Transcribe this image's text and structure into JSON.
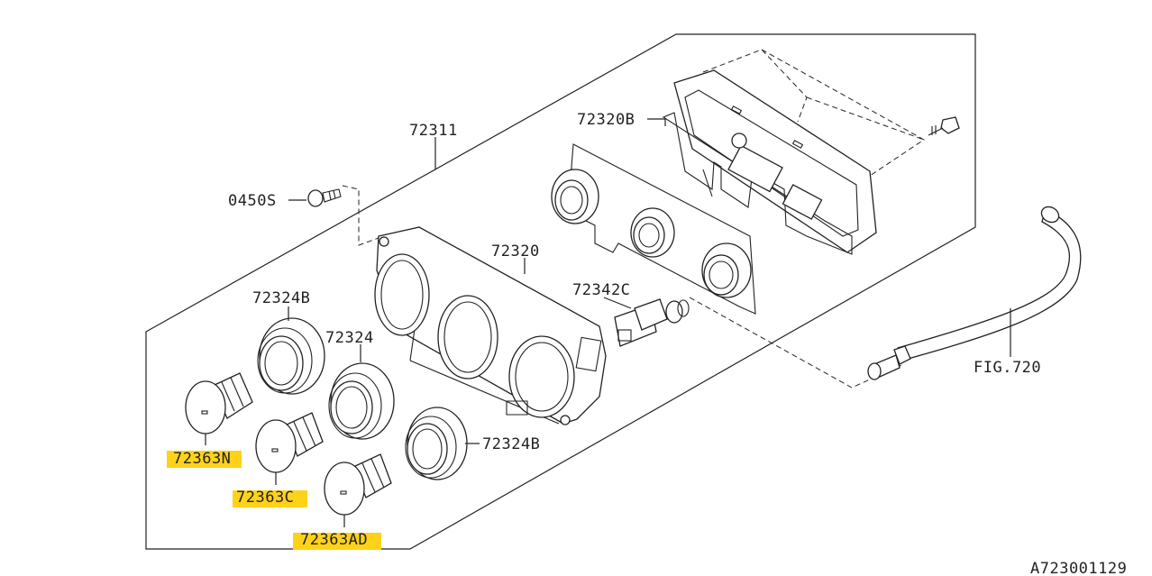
{
  "diagram_id": "A723001129",
  "highlight_color": "#ffd21a",
  "callouts": {
    "frame": "72311",
    "screw": "0450S",
    "bracket": "72320B",
    "panel": "72320",
    "switch": "72342C",
    "knob_ring_top": "72324B",
    "knob_ring_mid": "72324",
    "knob_ring_low": "72324B",
    "knob_n": "72363N",
    "knob_c": "72363C",
    "knob_ad": "72363AD",
    "hose_ref": "FIG.720"
  }
}
